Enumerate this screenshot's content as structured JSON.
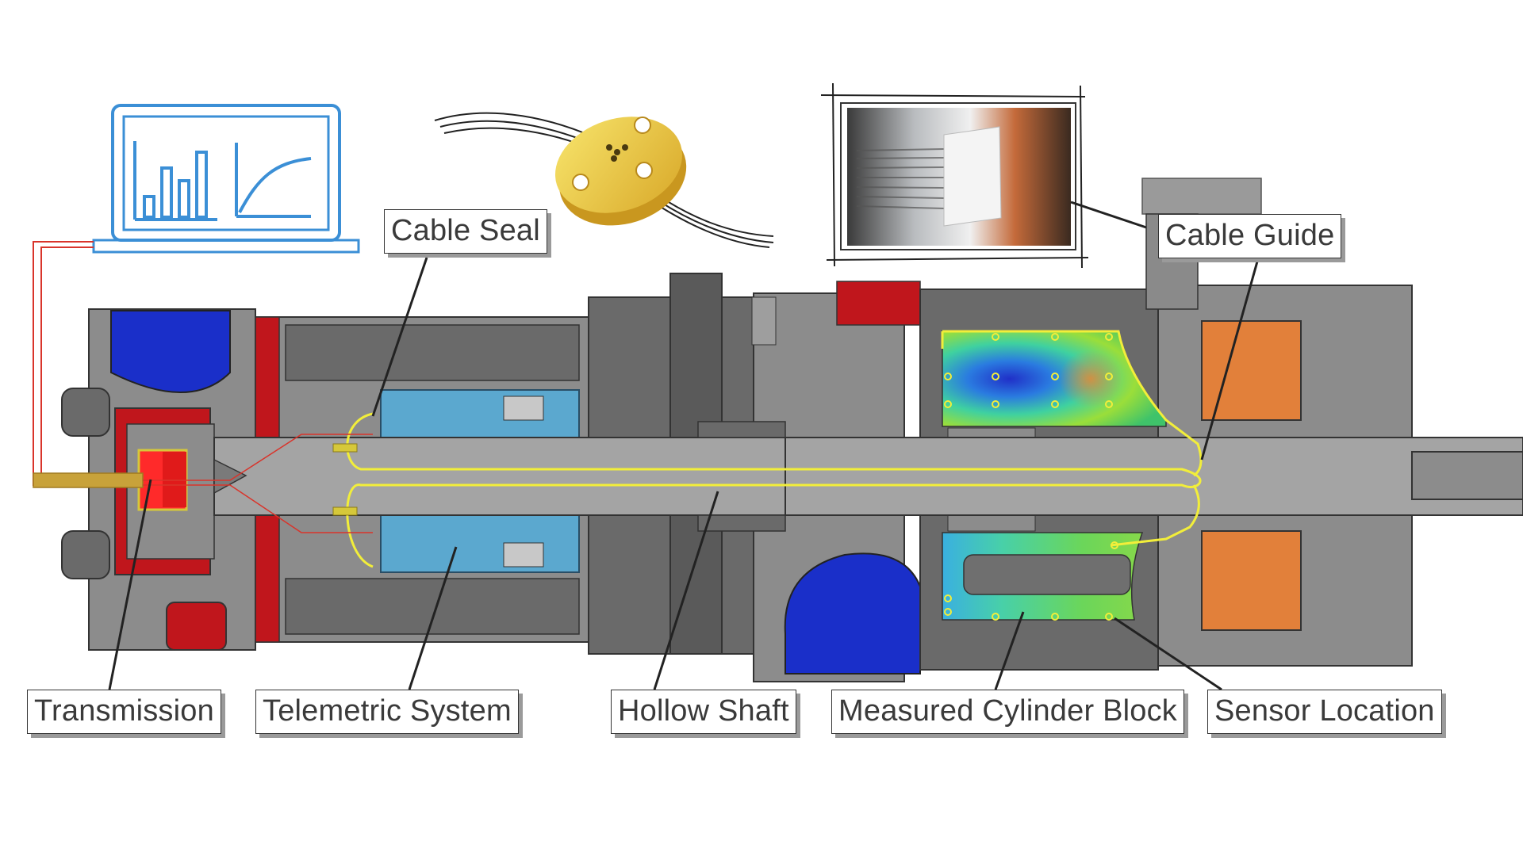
{
  "labels": {
    "cable_seal": "Cable Seal",
    "cable_guide": "Cable Guide",
    "transmission": "Transmission",
    "telemetric_system": "Telemetric System",
    "hollow_shaft": "Hollow Shaft",
    "measured_cylinder_block": "Measured Cylinder Block",
    "sensor_location": "Sensor Location"
  },
  "colors": {
    "laptop": "#3b8fd6",
    "housing_dark": "#5e5e5e",
    "housing_light": "#8c8c8c",
    "shaft": "#9a9a9a",
    "red_part": "#c0161c",
    "blue_fluid": "#1a2fc9",
    "electronics": "#5ba8cf",
    "cable": "#f2ee3a",
    "orange_part": "#e2803a",
    "seal_gold": "#f0d24a",
    "wire_red": "#d9342b"
  },
  "icons": {
    "monitor": "laptop-chart-icon",
    "seal": "cable-seal-part-icon",
    "photo": "cable-guide-photo"
  }
}
